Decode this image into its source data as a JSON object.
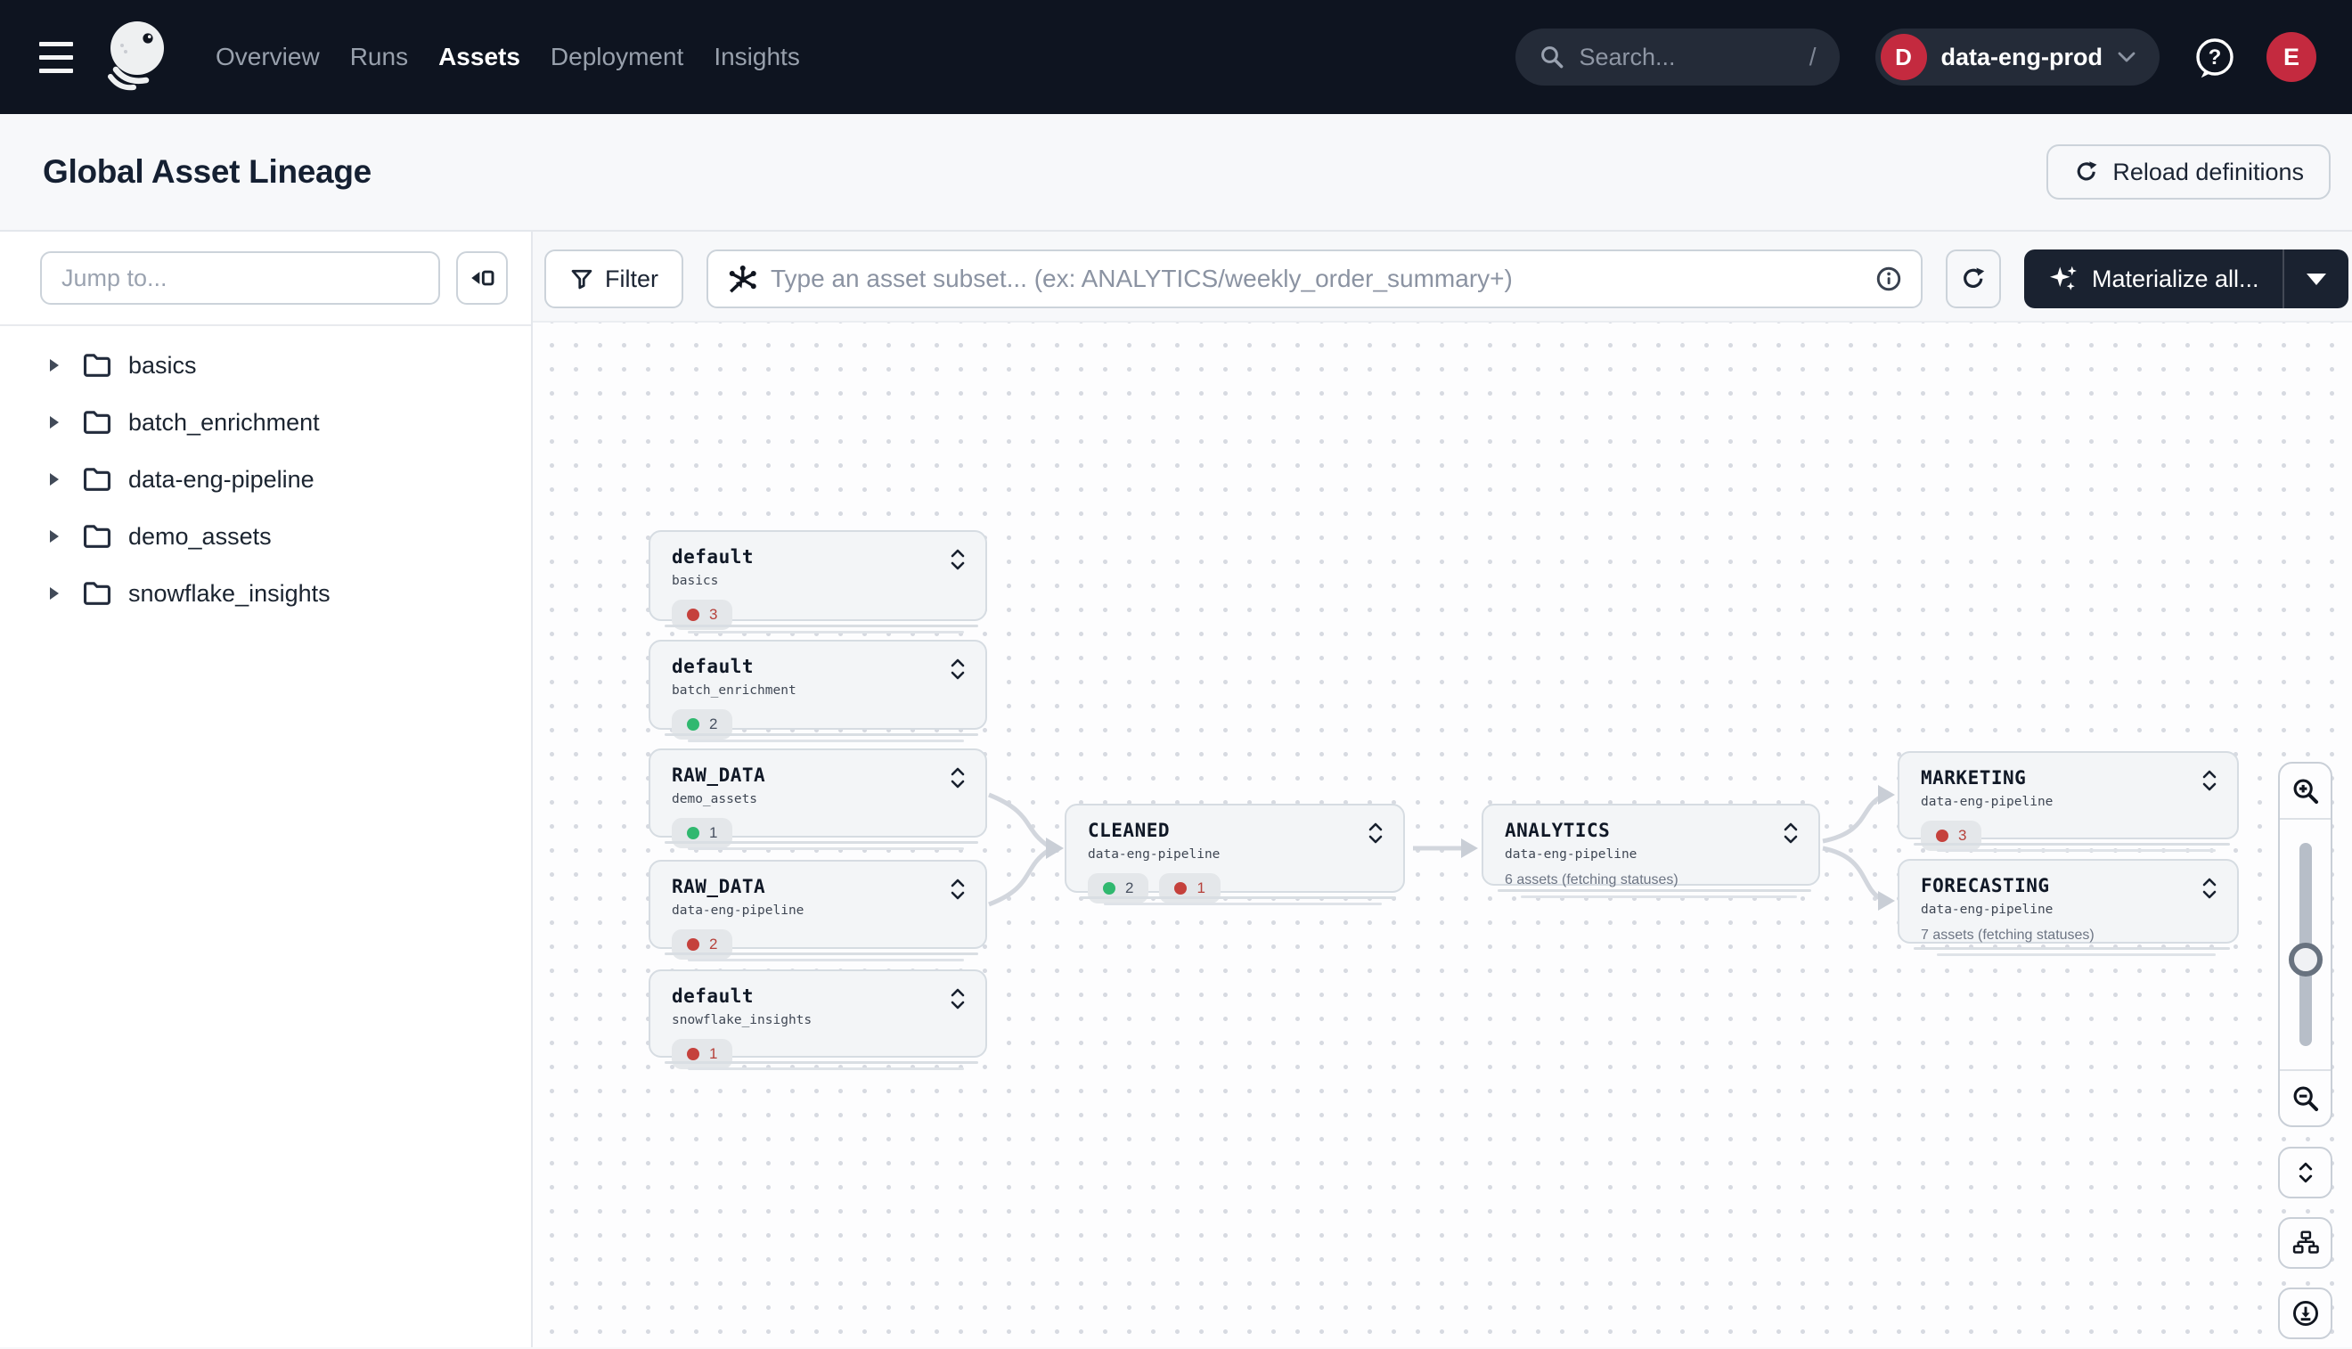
{
  "colors": {
    "nav_bg": "#0e1420",
    "accent_crimson": "#c42a3f",
    "status_green": "#30b86f",
    "status_red": "#c5413c",
    "edge_gray": "#d2d6dd",
    "node_bg": "#f3f5f7",
    "page_bg": "#f7f8fa"
  },
  "topnav": {
    "nav_items": [
      {
        "label": "Overview"
      },
      {
        "label": "Runs"
      },
      {
        "label": "Assets"
      },
      {
        "label": "Deployment"
      },
      {
        "label": "Insights"
      }
    ],
    "active_item": "Assets",
    "search_placeholder": "Search...",
    "search_shortcut": "/",
    "workspace": {
      "initial": "D",
      "name": "data-eng-prod"
    },
    "user_initial": "E"
  },
  "page_header": {
    "title": "Global Asset Lineage",
    "reload_button": "Reload definitions"
  },
  "sidebar": {
    "jump_placeholder": "Jump to...",
    "folders": [
      "basics",
      "batch_enrichment",
      "data-eng-pipeline",
      "demo_assets",
      "snowflake_insights"
    ]
  },
  "toolbar": {
    "filter_button": "Filter",
    "subset_placeholder": "Type an asset subset... (ex: ANALYTICS/weekly_order_summary+)",
    "materialize_button": "Materialize all..."
  },
  "graph": {
    "nodes": [
      {
        "title": "default",
        "subtitle": "basics",
        "badges": [
          {
            "status": "error",
            "count": "3"
          }
        ]
      },
      {
        "title": "default",
        "subtitle": "batch_enrichment",
        "badges": [
          {
            "status": "success",
            "count": "2"
          }
        ]
      },
      {
        "title": "RAW_DATA",
        "subtitle": "demo_assets",
        "badges": [
          {
            "status": "success",
            "count": "1"
          }
        ]
      },
      {
        "title": "RAW_DATA",
        "subtitle": "data-eng-pipeline",
        "badges": [
          {
            "status": "error",
            "count": "2"
          }
        ]
      },
      {
        "title": "default",
        "subtitle": "snowflake_insights",
        "badges": [
          {
            "status": "error",
            "count": "1"
          }
        ]
      },
      {
        "title": "CLEANED",
        "subtitle": "data-eng-pipeline",
        "badges": [
          {
            "status": "success",
            "count": "2"
          },
          {
            "status": "error",
            "count": "1"
          }
        ]
      },
      {
        "title": "ANALYTICS",
        "subtitle": "data-eng-pipeline",
        "note": "6 assets (fetching statuses)"
      },
      {
        "title": "MARKETING",
        "subtitle": "data-eng-pipeline",
        "badges": [
          {
            "status": "error",
            "count": "3"
          }
        ]
      },
      {
        "title": "FORECASTING",
        "subtitle": "data-eng-pipeline",
        "note": "7 assets (fetching statuses)"
      }
    ],
    "edges": [
      {
        "from": "RAW_DATA/demo_assets",
        "to": "CLEANED/data-eng-pipeline"
      },
      {
        "from": "RAW_DATA/data-eng-pipeline",
        "to": "CLEANED/data-eng-pipeline"
      },
      {
        "from": "CLEANED/data-eng-pipeline",
        "to": "ANALYTICS/data-eng-pipeline"
      },
      {
        "from": "ANALYTICS/data-eng-pipeline",
        "to": "MARKETING/data-eng-pipeline"
      },
      {
        "from": "ANALYTICS/data-eng-pipeline",
        "to": "FORECASTING/data-eng-pipeline"
      }
    ]
  }
}
